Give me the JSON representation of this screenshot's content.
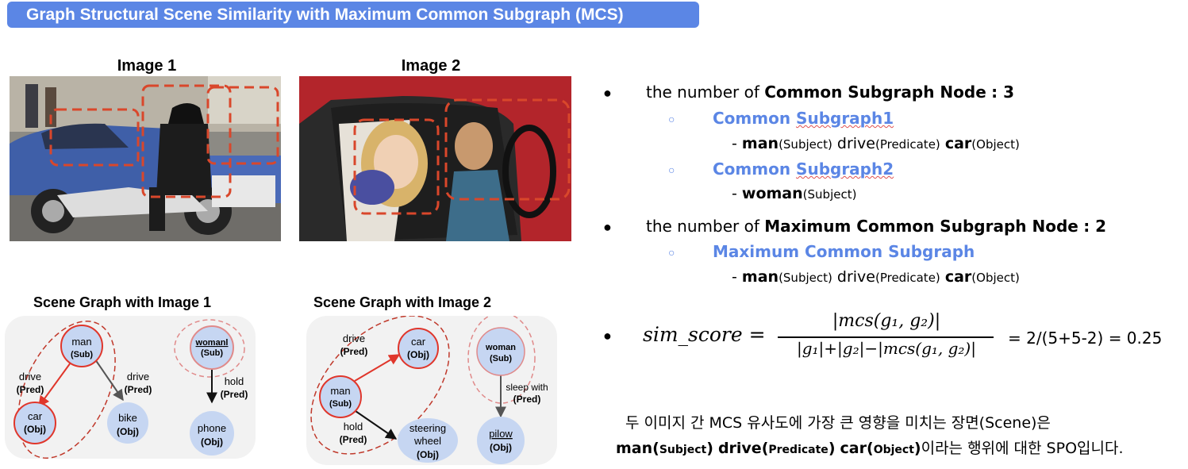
{
  "title": "Graph Structural Scene Similarity with Maximum Common Subgraph (MCS)",
  "image1_label": "Image 1",
  "image2_label": "Image 2",
  "sg1_title": "Scene Graph with Image 1",
  "sg2_title": "Scene Graph with Image 2",
  "graph1": {
    "nodes": [
      {
        "id": "man",
        "label": "man",
        "role": "(Sub)",
        "highlight": true
      },
      {
        "id": "car",
        "label": "car",
        "role": "(Obj)",
        "highlight": true
      },
      {
        "id": "bike",
        "label": "bike",
        "role": "(Obj)",
        "highlight": false
      },
      {
        "id": "woman",
        "label": "womanl",
        "role": "(Sub)",
        "highlight": true
      },
      {
        "id": "phone",
        "label": "phone",
        "role": "(Obj)",
        "highlight": false
      }
    ],
    "edges": [
      {
        "from": "man",
        "to": "car",
        "label": "drive",
        "role": "(Pred)",
        "highlight": true
      },
      {
        "from": "man",
        "to": "bike",
        "label": "drive",
        "role": "(Pred)",
        "highlight": false
      },
      {
        "from": "woman",
        "to": "phone",
        "label": "hold",
        "role": "(Pred)",
        "highlight": false
      }
    ]
  },
  "graph2": {
    "nodes": [
      {
        "id": "car",
        "label": "car",
        "role": "(Obj)",
        "highlight": true
      },
      {
        "id": "man",
        "label": "man",
        "role": "(Sub)",
        "highlight": true
      },
      {
        "id": "wheel",
        "label": "steering wheel",
        "role": "(Obj)",
        "highlight": false
      },
      {
        "id": "woman",
        "label": "woman",
        "role": "(Sub)",
        "highlight": true
      },
      {
        "id": "pilow",
        "label": "pilow",
        "role": "(Obj)",
        "highlight": false
      }
    ],
    "edges": [
      {
        "from": "man",
        "to": "car",
        "label": "drive",
        "role": "(Pred)",
        "highlight": true
      },
      {
        "from": "man",
        "to": "wheel",
        "label": "hold",
        "role": "(Pred)",
        "highlight": false
      },
      {
        "from": "woman",
        "to": "pilow",
        "label": "sleep with",
        "role": "(Pred)",
        "highlight": false
      }
    ]
  },
  "right": {
    "csn_prefix": "the number of",
    "csn_bold": "Common Subgraph Node",
    "csn_value": ": 3",
    "cs1_title": "Common Subgraph1",
    "cs1_dash": "-",
    "cs1_man": "man",
    "cs1_subj": "(Subject)",
    "cs1_drive": "drive",
    "cs1_pred": "(Predicate)",
    "cs1_car": "car",
    "cs1_obj": "(Object)",
    "cs2_title": "Common Subgraph2",
    "cs2_dash": "-",
    "cs2_woman": "woman",
    "cs2_subj": "(Subject)",
    "mcsn_prefix": "the number of",
    "mcsn_bold": "Maximum Common Subgraph Node",
    "mcsn_value": ": 2",
    "mcs_title": "Maximum Common Subgraph",
    "mcs_dash": "-",
    "mcs_man": "man",
    "mcs_subj": "(Subject)",
    "mcs_drive": "drive",
    "mcs_pred": "(Predicate)",
    "mcs_car": "car",
    "mcs_obj": "(Object)",
    "formula_lhs": "sim_score =",
    "formula_num": "|mcs(g₁, g₂)|",
    "formula_den": "|g₁|+|g₂|−|mcs(g₁, g₂)|",
    "formula_result": "= 2/(5+5-2) = 0.25",
    "korean_line1": "두 이미지 간 MCS 유사도에 가장 큰 영향을 미치는 장면(Scene)은",
    "k_man": "man(",
    "k_subject": "Subject",
    "k_close1": ")",
    "k_drive": "drive(",
    "k_predicate": "Predicate",
    "k_close2": ")",
    "k_car": "car(",
    "k_object": "Object",
    "k_close3": ")",
    "k_rest": "이라는 행위에 대한 SPO입니다."
  }
}
